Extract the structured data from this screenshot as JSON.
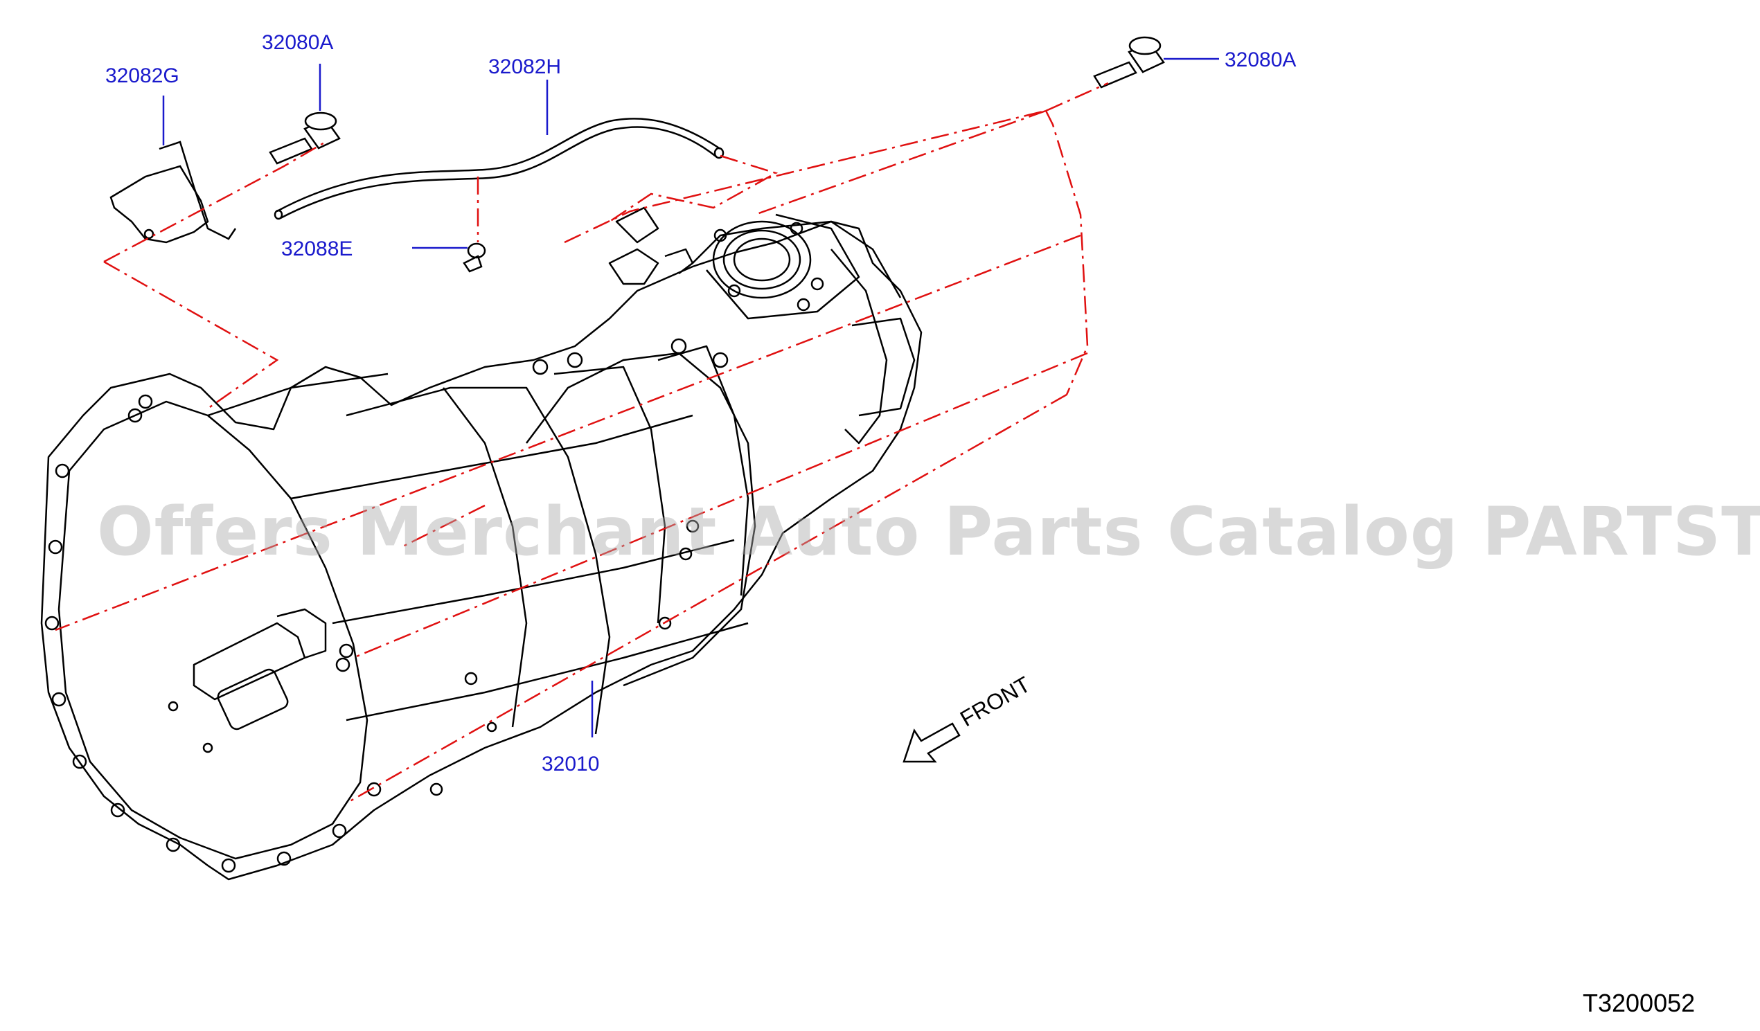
{
  "diagram": {
    "part_labels": [
      {
        "text": "32080A"
      },
      {
        "text": "32082G"
      },
      {
        "text": "32082H"
      },
      {
        "text": "32080A"
      },
      {
        "text": "32088E"
      },
      {
        "text": "32010"
      }
    ],
    "direction_label": "FRONT",
    "drawing_code": "T3200052",
    "watermark": "Offers Merchant Auto Parts Catalog PARTSTORE.SA",
    "colors": {
      "label": "#1a1acc",
      "phantom_line": "#e01010",
      "outline": "#000000"
    }
  }
}
